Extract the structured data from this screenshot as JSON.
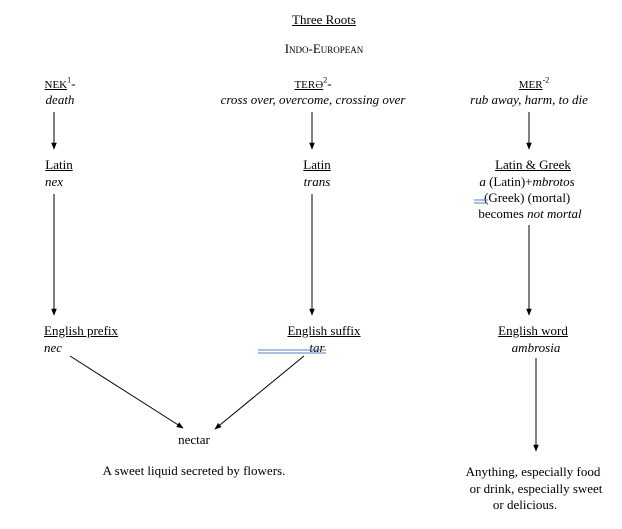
{
  "title": "Three Roots",
  "subtitle": "Indo-European",
  "roots": [
    {
      "root_text": "NEK",
      "root_sup": "1",
      "root_suffix": "-",
      "meaning": "death",
      "stage1_label": "Latin",
      "stage1_word": "nex",
      "stage2_label": "English prefix",
      "stage2_word": "nec"
    },
    {
      "root_text": "TERƏ",
      "root_sup": "2",
      "root_suffix": "-",
      "meaning": "cross over, overcome, crossing over",
      "stage1_label": "Latin",
      "stage1_word": "trans",
      "stage2_label": "English suffix",
      "stage2_word": "tar"
    },
    {
      "root_text": "MER",
      "root_sup": "2",
      "root_prefix_sup": "-",
      "meaning": "rub away, harm, to die",
      "stage1_label": "Latin & Greek",
      "stage1_line1_a": "a",
      "stage1_line1_b": " (Latin)+",
      "stage1_line1_c": "mbrotos",
      "stage1_line2": "(Greek) (mortal)",
      "stage1_line3_a": "becomes ",
      "stage1_line3_b": "not mortal",
      "stage2_label": "English word",
      "stage2_word": "ambrosia"
    }
  ],
  "results": {
    "combined_word": "nectar",
    "nectar_definition": "A sweet liquid secreted by flowers.",
    "ambrosia_definition_line1": "Anything, especially food",
    "ambrosia_definition_line2": "or drink, especially sweet",
    "ambrosia_definition_line3": "or delicious."
  }
}
